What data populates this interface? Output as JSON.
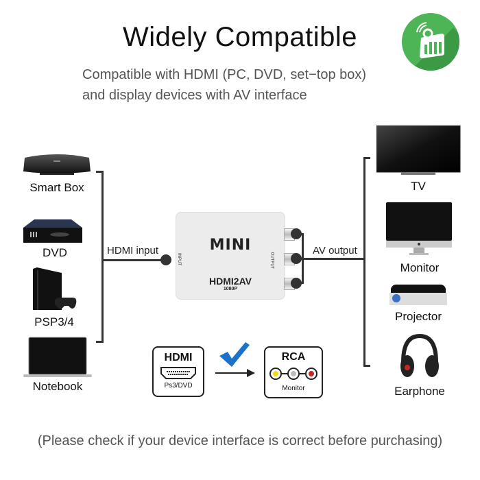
{
  "header": {
    "title": "Widely Compatible",
    "subtitle_line1": "Compatible with HDMI (PC, DVD, set−top box)",
    "subtitle_line2": "and display devices with AV interface",
    "logo_icon": "green-circle-brand-logo-icon"
  },
  "inputs": {
    "connector_label": "HDMI input",
    "devices": [
      {
        "label": "Smart Box",
        "icon": "set-top-box-icon"
      },
      {
        "label": "DVD",
        "icon": "dvd-player-icon"
      },
      {
        "label": "PSP3/4",
        "icon": "game-console-icon"
      },
      {
        "label": "Notebook",
        "icon": "laptop-icon"
      }
    ]
  },
  "adapter": {
    "brand": "MINI",
    "model": "HDMI2AV",
    "resolution": "1080P",
    "input_port_label": "INPUT",
    "output_port_label": "OUTPUT"
  },
  "outputs": {
    "connector_label": "AV output",
    "devices": [
      {
        "label": "TV",
        "icon": "tv-icon"
      },
      {
        "label": "Monitor",
        "icon": "monitor-icon"
      },
      {
        "label": "Projector",
        "icon": "projector-icon"
      },
      {
        "label": "Earphone",
        "icon": "headphones-icon"
      }
    ]
  },
  "conversion": {
    "source_title": "HDMI",
    "source_caption": "Ps3/DVD",
    "target_title": "RCA",
    "target_caption": "Monitor",
    "rca_colors": [
      "#f2d81a",
      "#bdbdbd",
      "#c62828"
    ],
    "check_color": "#1a73c9"
  },
  "footer": {
    "note": "(Please check if your device interface is correct before purchasing)"
  }
}
